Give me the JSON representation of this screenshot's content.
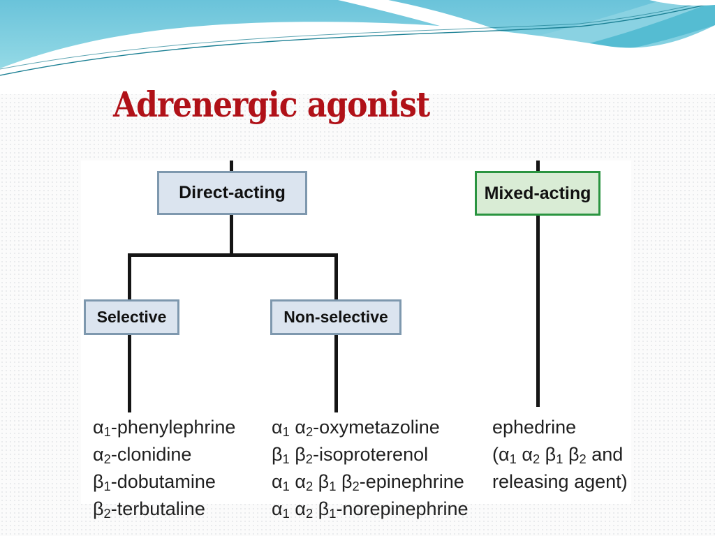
{
  "slide": {
    "title": "Adrenergic agonist"
  },
  "theme": {
    "slide_bg": "#fbfbfb",
    "sky_top": "#6ac3da",
    "sky_bottom": "#a4e2ea",
    "teal_band": "#55bcd2",
    "light_band": "#8ad2e2",
    "wave_line": "#1a7f93",
    "title_color": "#b01118"
  },
  "diagram": {
    "colors": {
      "blue_box_fill": "#dbe4ef",
      "blue_box_border": "#7e98ae",
      "green_box_fill": "#d9ecd5",
      "green_box_border": "#2a9440",
      "line": "#151515",
      "text": "#1f1f1f"
    },
    "nodes": {
      "direct": {
        "label": "Direct-acting"
      },
      "selective": {
        "label": "Selective"
      },
      "non_selective": {
        "label": "Non-selective"
      },
      "mixed": {
        "label": "Mixed-acting"
      }
    },
    "lists": {
      "selective": [
        "α1-phenylephrine",
        "α2-clonidine",
        "β1-dobutamine",
        "β2-terbutaline"
      ],
      "non_selective": [
        "α1 α2-oxymetazoline",
        "β1 β2-isoproterenol",
        "α1 α2 β1 β2-epinephrine",
        "α1 α2 β1-norepinephrine"
      ],
      "mixed": [
        "ephedrine",
        "(α1 α2 β1 β2 and",
        "releasing agent)"
      ]
    }
  }
}
